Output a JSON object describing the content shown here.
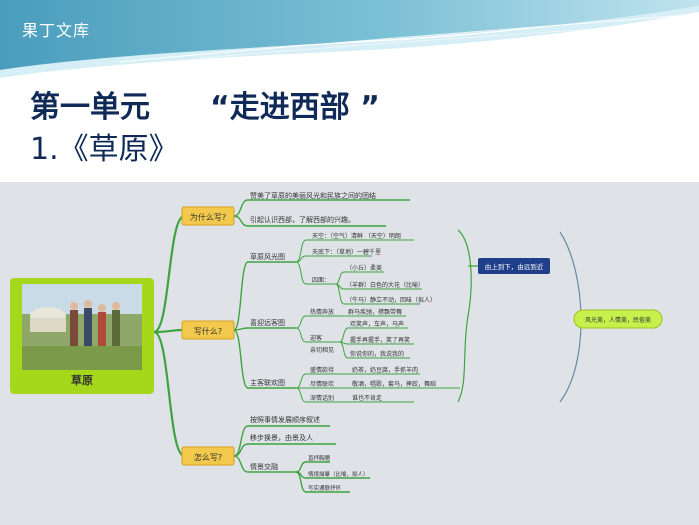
{
  "header": {
    "watermark": "果丁文库"
  },
  "title": {
    "line1_main": "第一单元",
    "line1_quote": "“走进西部 ”",
    "line2": "1.《草原》"
  },
  "mindmap": {
    "root_label": "草原",
    "branches": [
      {
        "label": "为什么写?",
        "items": [
          "赞美了草原的美丽风光和民族之间的团结",
          "引起认识西部，了解西部的兴趣。"
        ]
      },
      {
        "label": "写什么?"
      },
      {
        "label": "怎么写?",
        "items": [
          "按照事情发展顺序叙述",
          "移步换景，由景及人",
          "情景交融"
        ]
      }
    ],
    "what": [
      {
        "label": "草原风光图",
        "items": [
          "天空：（空气）清鲜 （天空）明朗",
          "天底下：（草地）一碧千里",
          "（小丘）柔美",
          "（羊群）白色的大花（比喻）",
          "（牛马）静立不动，回味（拟人）"
        ],
        "sub_prefix": "四面："
      },
      {
        "label": "喜迎远客图",
        "items": [
          "热情奔放",
          "群马疾驰，襟飘带舞",
          "迎客",
          "欢笑声，车声，马声",
          "亲切相见",
          "握手再握手，笑了再笑",
          "你说你的，我说我的"
        ]
      },
      {
        "label": "主客联欢图",
        "items": [
          "盛情款待",
          "奶茶，奶豆腐，手抓羊肉",
          "尽情联欢",
          "敬酒，唱歌，套马，摔跤，舞蹈",
          "深情话别",
          "谁也不肯走"
        ]
      }
    ],
    "how_sub": [
      "直抒胸臆",
      "情境描摹（比喻，拟人）",
      "写实通联抒怀"
    ],
    "connector": "由上到下，由远到近",
    "conclusion": "风光美，人情美，民俗美"
  }
}
